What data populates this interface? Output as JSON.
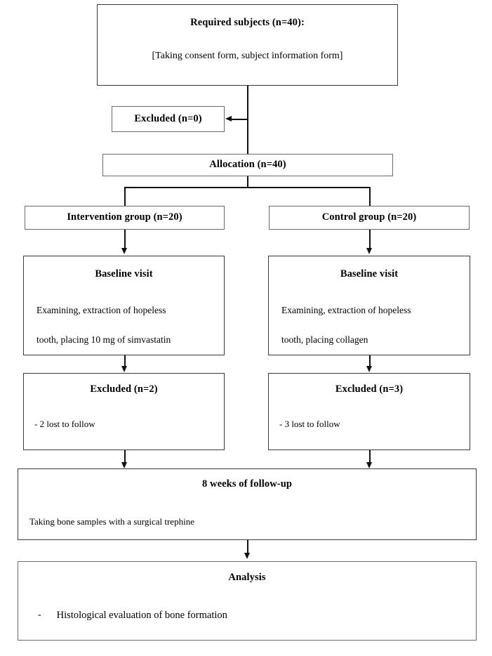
{
  "diagram": {
    "type": "consort-flow-diagram",
    "title": "Study participant flow",
    "line_color": "#111111",
    "border_color": "#3a3a3a",
    "background": "#ffffff"
  },
  "nodes": {
    "enrollment": {
      "heading": "Required subjects (n=40):",
      "detail": "[Taking consent form, subject information form]"
    },
    "excluded_pre": {
      "heading": "Excluded (n=0)"
    },
    "allocation": {
      "heading": "Allocation (n=40)"
    },
    "intervention_group": {
      "heading": "Intervention group (n=20)"
    },
    "control_group": {
      "heading": "Control group (n=20)"
    },
    "intervention_baseline": {
      "heading": "Baseline visit",
      "line1": "Examining, extraction of hopeless",
      "line2": "tooth, placing 10 mg of simvastatin"
    },
    "control_baseline": {
      "heading": "Baseline visit",
      "line1": "Examining, extraction of hopeless",
      "line2": "tooth, placing collagen"
    },
    "intervention_excluded": {
      "heading": "Excluded (n=2)",
      "detail": "- 2 lost to follow"
    },
    "control_excluded": {
      "heading": "Excluded (n=3)",
      "detail": "- 3 lost to follow"
    },
    "followup": {
      "heading": "8 weeks of follow-up",
      "detail": "Taking bone samples with a surgical trephine"
    },
    "analysis": {
      "heading": "Analysis",
      "bullet_marker": "-",
      "bullet_text": "Histological evaluation of bone formation"
    }
  }
}
